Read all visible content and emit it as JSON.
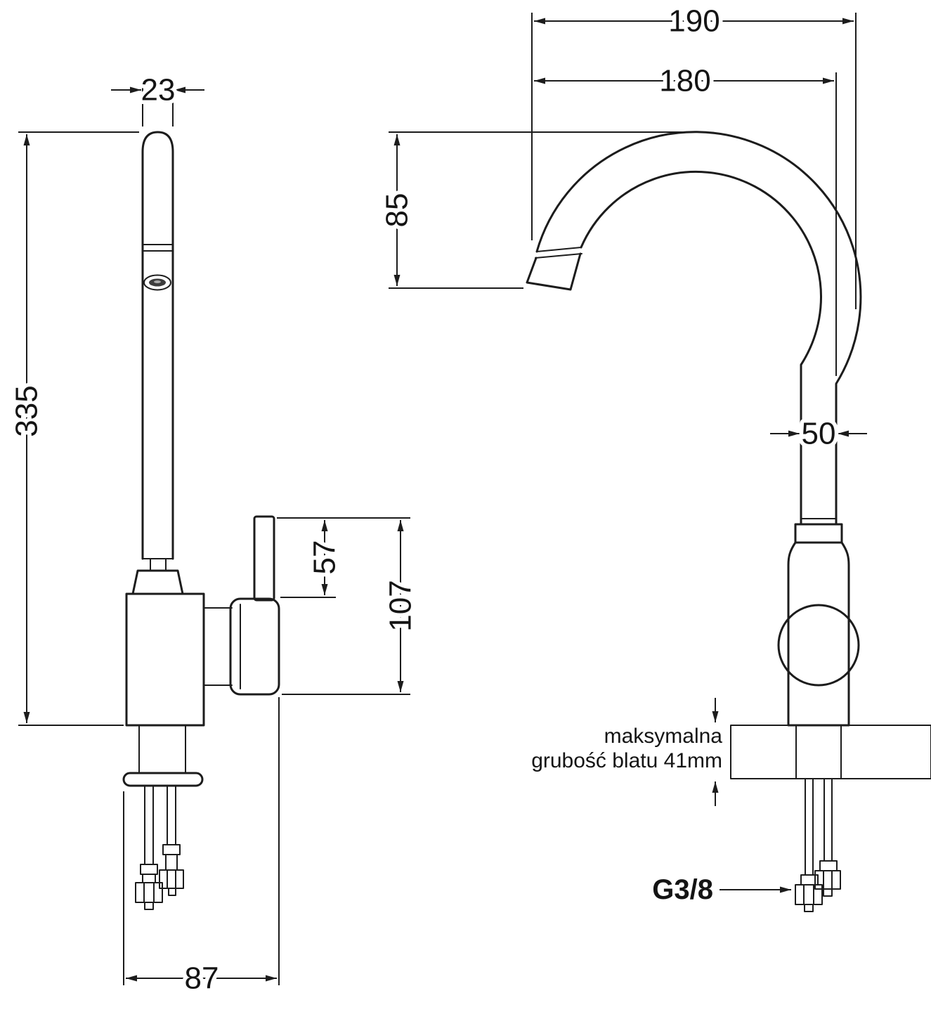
{
  "side_view": {
    "dim_spout_width": "23",
    "dim_total_height": "335",
    "dim_handle_height": "57",
    "dim_body_height": "107",
    "dim_base_depth": "87"
  },
  "front_view": {
    "dim_overall_width": "190",
    "dim_spout_reach": "180",
    "dim_spout_drop": "85",
    "dim_pipe_width": "50",
    "counter_note_line1": "maksymalna",
    "counter_note_line2": "grubość blatu 41mm",
    "thread_label": "G3/8"
  }
}
